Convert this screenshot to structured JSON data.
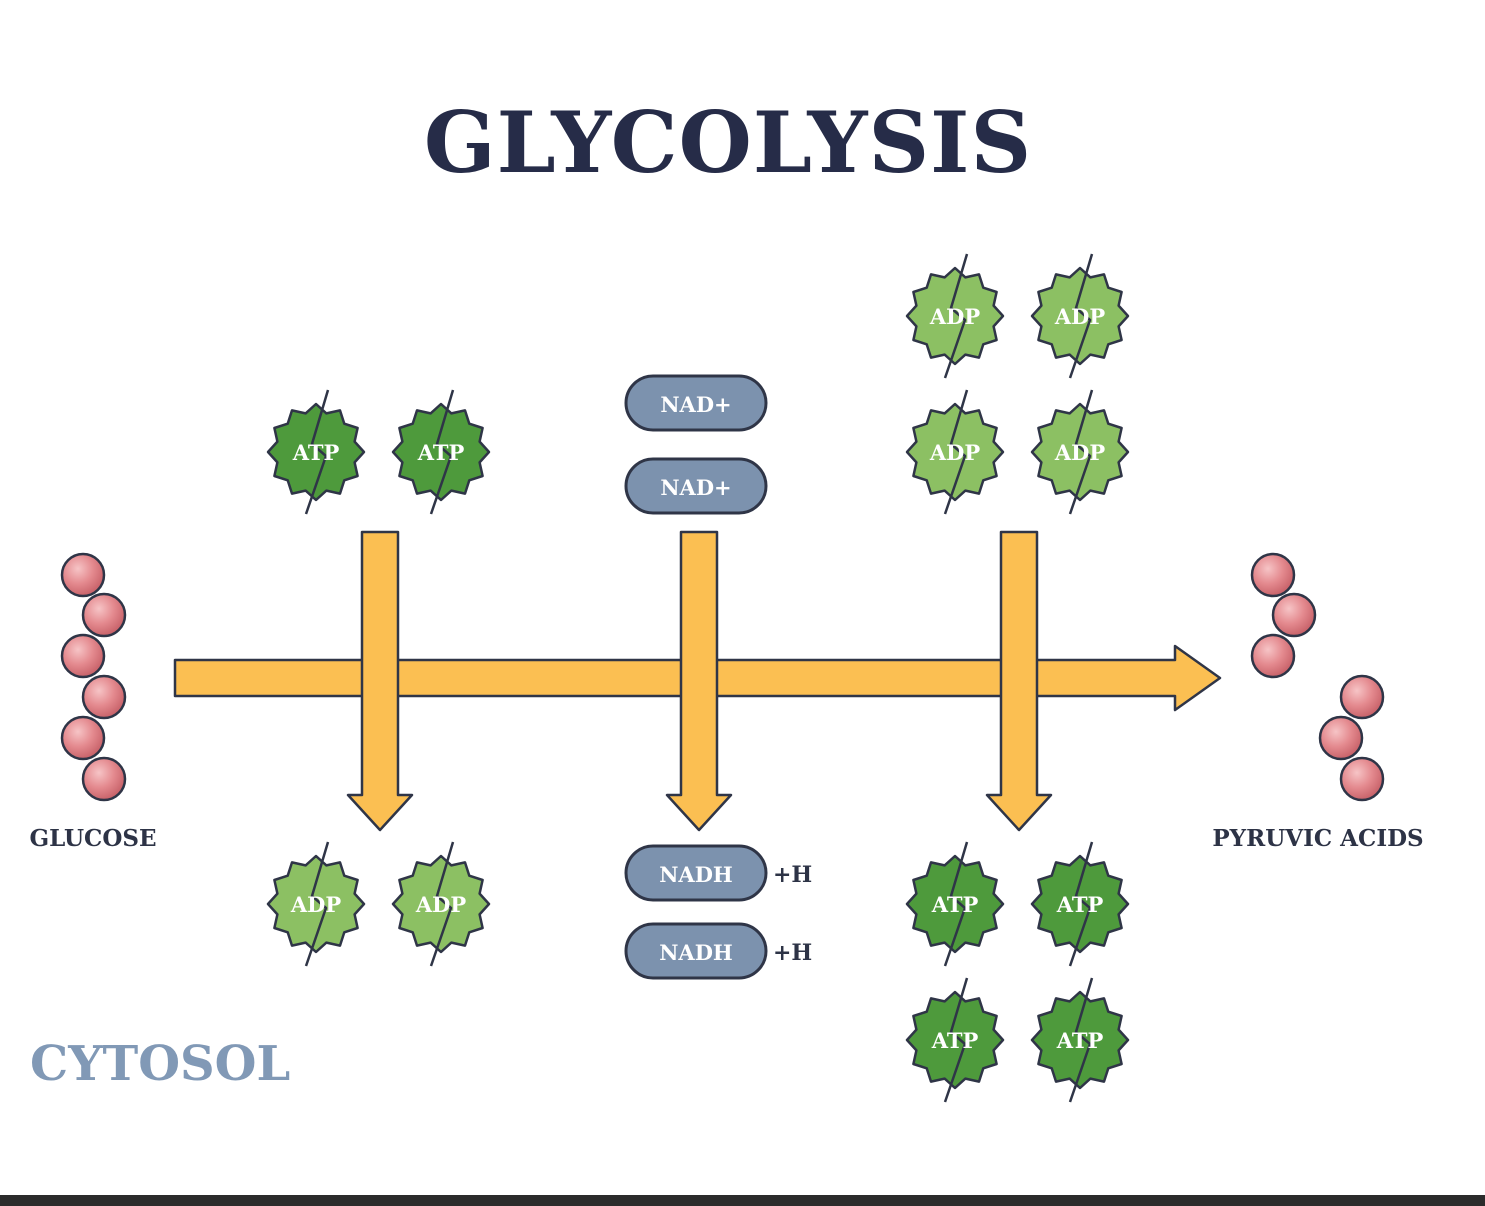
{
  "title": "GLYCOLYSIS",
  "labels": {
    "glucose": "GLUCOSE",
    "pyruvic": "PYRUVIC ACIDS",
    "cytosol": "CYTOSOL"
  },
  "colors": {
    "arrow_fill": "#fbbf52",
    "arrow_stroke": "#2f3547",
    "atp_fill": "#4e9a3c",
    "adp_fill": "#8cc063",
    "pill_fill": "#7c92ae",
    "sphere_fill": "#e3868b",
    "title": "#262c48",
    "cytosol": "#8199b6"
  },
  "step1": {
    "inputs": [
      "ATP",
      "ATP"
    ],
    "outputs": [
      "ADP",
      "ADP"
    ]
  },
  "step2": {
    "inputs": [
      "NAD+",
      "NAD+"
    ],
    "outputs": [
      "NADH",
      "NADH"
    ],
    "output_suffix": "+H"
  },
  "step3": {
    "inputs": [
      "ADP",
      "ADP",
      "ADP",
      "ADP"
    ],
    "outputs": [
      "ATP",
      "ATP",
      "ATP",
      "ATP"
    ]
  }
}
